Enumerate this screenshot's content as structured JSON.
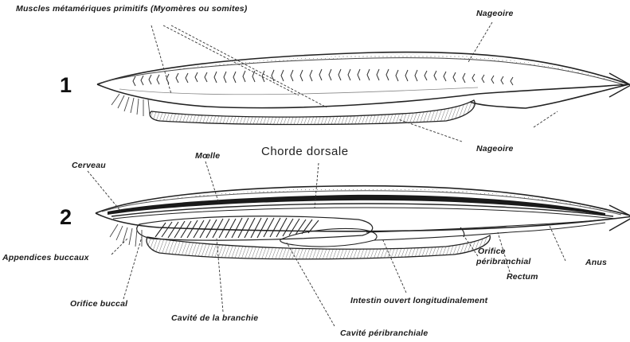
{
  "figure1": {
    "number": "1",
    "labels": {
      "myomeres": "Muscles métamériques primitifs (Myomères ou somites)",
      "fin_top": "Nageoire",
      "fin_bottom": "Nageoire"
    }
  },
  "figure2": {
    "number": "2",
    "labels": {
      "notochord": "Chorde dorsale",
      "spinal_cord": "Mœlle",
      "brain": "Cerveau",
      "oral_appendages": "Appendices buccaux",
      "oral_orifice": "Orifice buccal",
      "gill_cavity": "Cavité de la branchie",
      "peribranchial_cavity": "Cavité péribranchiale",
      "intestine": "Intestin ouvert longitudinalement",
      "peribranchial_orifice_1": "Orifice",
      "peribranchial_orifice_2": "péribranchial",
      "rectum": "Rectum",
      "anus": "Anus"
    }
  }
}
